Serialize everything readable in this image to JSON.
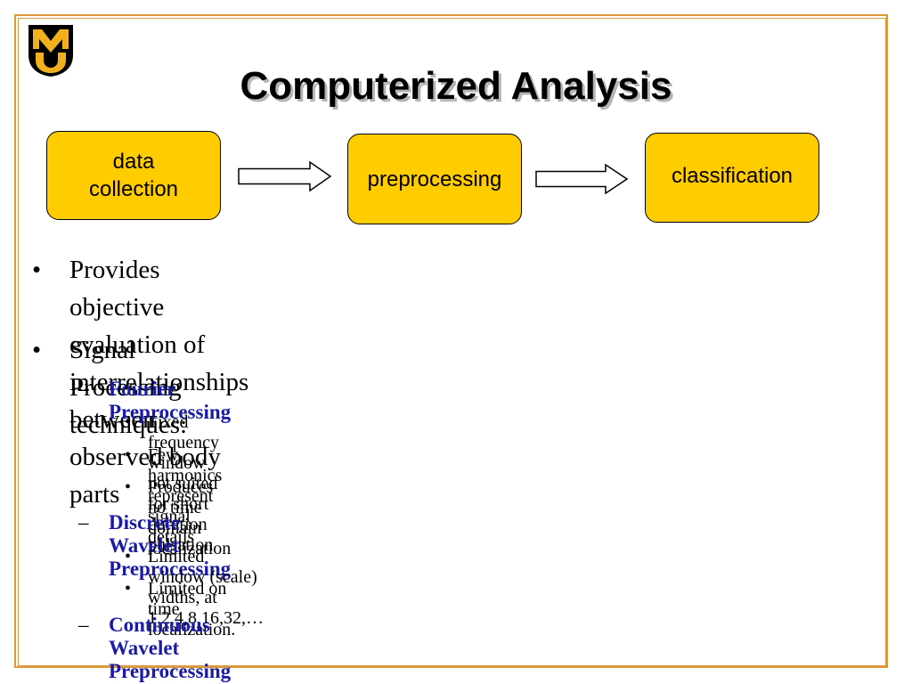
{
  "title": "Computerized Analysis",
  "logo": {
    "name": "university-of-missouri-logo",
    "letters": "MU",
    "colors": {
      "gold": "#f2b01e",
      "black": "#000000"
    }
  },
  "flow": [
    {
      "label": "data\ncollection"
    },
    {
      "label": "preprocessing"
    },
    {
      "label": "classification"
    }
  ],
  "colors": {
    "box_fill": "#ffcc00",
    "border": "#d99a3e",
    "subheading": "#1a1aa6"
  },
  "bullets": [
    {
      "text": "Provides objective evaluation of interrelationships between",
      "cont": "observed body parts"
    },
    {
      "text": "Signal Processing techniques:"
    }
  ],
  "subsections": [
    {
      "heading": "Fourier Preprocessing",
      "items": [
        "Fixed frequency window not suited for short duration pulsation",
        "Few harmonics represent signal details",
        "Produces no time domain localization"
      ]
    },
    {
      "heading": "Discrete Wavelet Preprocessing",
      "items": [
        "Limited window (scale) widths, at 1,2,4,8,16,32,…",
        "Limited on time localization."
      ]
    },
    {
      "heading": "Continuous Wavelet Preprocessing",
      "items": []
    }
  ],
  "markers": {
    "bullet": "•",
    "dash": "–"
  }
}
